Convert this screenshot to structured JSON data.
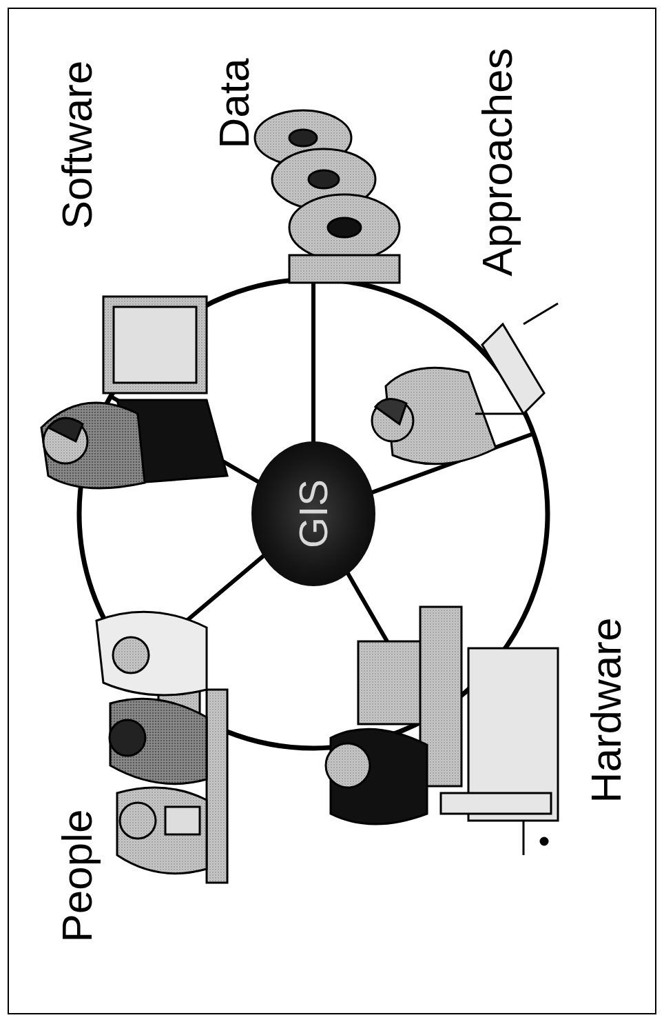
{
  "diagram": {
    "nodes": [
      {
        "text": [
          "GIS"
        ]
      }
    ],
    "labels": [
      "People",
      "Software",
      "Data",
      "Approaches",
      "Hardware"
    ]
  }
}
